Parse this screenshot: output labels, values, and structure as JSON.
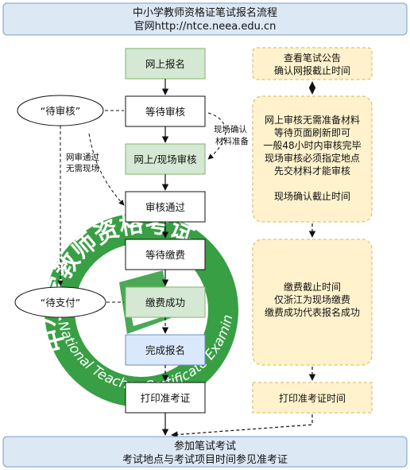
{
  "header": {
    "title": "中小学教师资格证笔试报名流程",
    "subtitle": "官网http://ntce.neea.edu.cn"
  },
  "flow": {
    "step1": "网上报名",
    "step2": "等待审核",
    "step3": "网上/现场审核",
    "step4": "审核通过",
    "step5": "等待缴费",
    "step6": "缴费成功",
    "step7": "完成报名",
    "step8": "打印准考证"
  },
  "bubbles": {
    "pending_review": "“待审核”",
    "pending_payment": "“待支付”"
  },
  "notes": {
    "online_pass_line1": "网审通过",
    "online_pass_line2": "无需现场",
    "onsite_line1": "现场确认",
    "onsite_line2": "材料准备"
  },
  "side_panels": {
    "announcement": [
      "查看笔试公告",
      "确认网报截止时间"
    ],
    "review_info": [
      "网上审核无需准备材料",
      "等待页面刷新即可",
      "一般48小时内审核完毕",
      "现场审核必须指定地点",
      "先交材料才能审核",
      "",
      "现场确认截止时间"
    ],
    "payment_info": [
      "缴费截止时间",
      "仅浙江为现场缴费",
      "缴费成功代表报名成功"
    ],
    "print_time": "打印准考证时间"
  },
  "footer": {
    "line1": "参加笔试考试",
    "line2": "考试地点与考试项目时间参见准考证"
  },
  "watermark": {
    "text_top": "中小学教师资格考试",
    "text_bottom": "National Teacher Certificate Examination"
  },
  "colors": {
    "title_bg": "#dde8f5",
    "green_box": "#d5e8d4",
    "green_border": "#82b366",
    "blue_box": "#dae8fc",
    "blue_border": "#6c8ebf",
    "side_panel": "#fff2cc",
    "side_border": "#d6b656",
    "watermark_green": "#2e9a3a"
  }
}
